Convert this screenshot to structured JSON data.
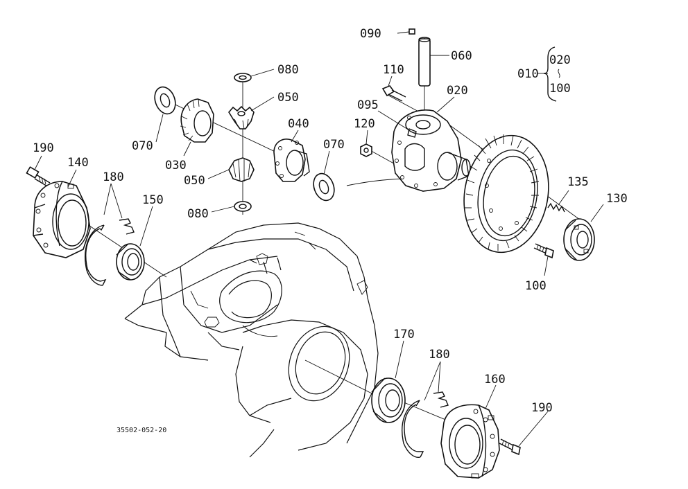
{
  "diagram": {
    "code": "35502-052-20",
    "parts": {
      "p010": "010",
      "p020_top": "020",
      "p020": "020",
      "p030": "030",
      "p040": "040",
      "p050_top": "050",
      "p050_bottom": "050",
      "p060": "060",
      "p070_left": "070",
      "p070_right": "070",
      "p080_top": "080",
      "p080_bottom": "080",
      "p090": "090",
      "p095": "095",
      "p100_group": "100",
      "p100": "100",
      "p110": "110",
      "p120": "120",
      "p130": "130",
      "p135": "135",
      "p140": "140",
      "p150": "150",
      "p160": "160",
      "p170": "170",
      "p180_left": "180",
      "p180_right": "180",
      "p190_left": "190",
      "p190_right": "190"
    }
  }
}
